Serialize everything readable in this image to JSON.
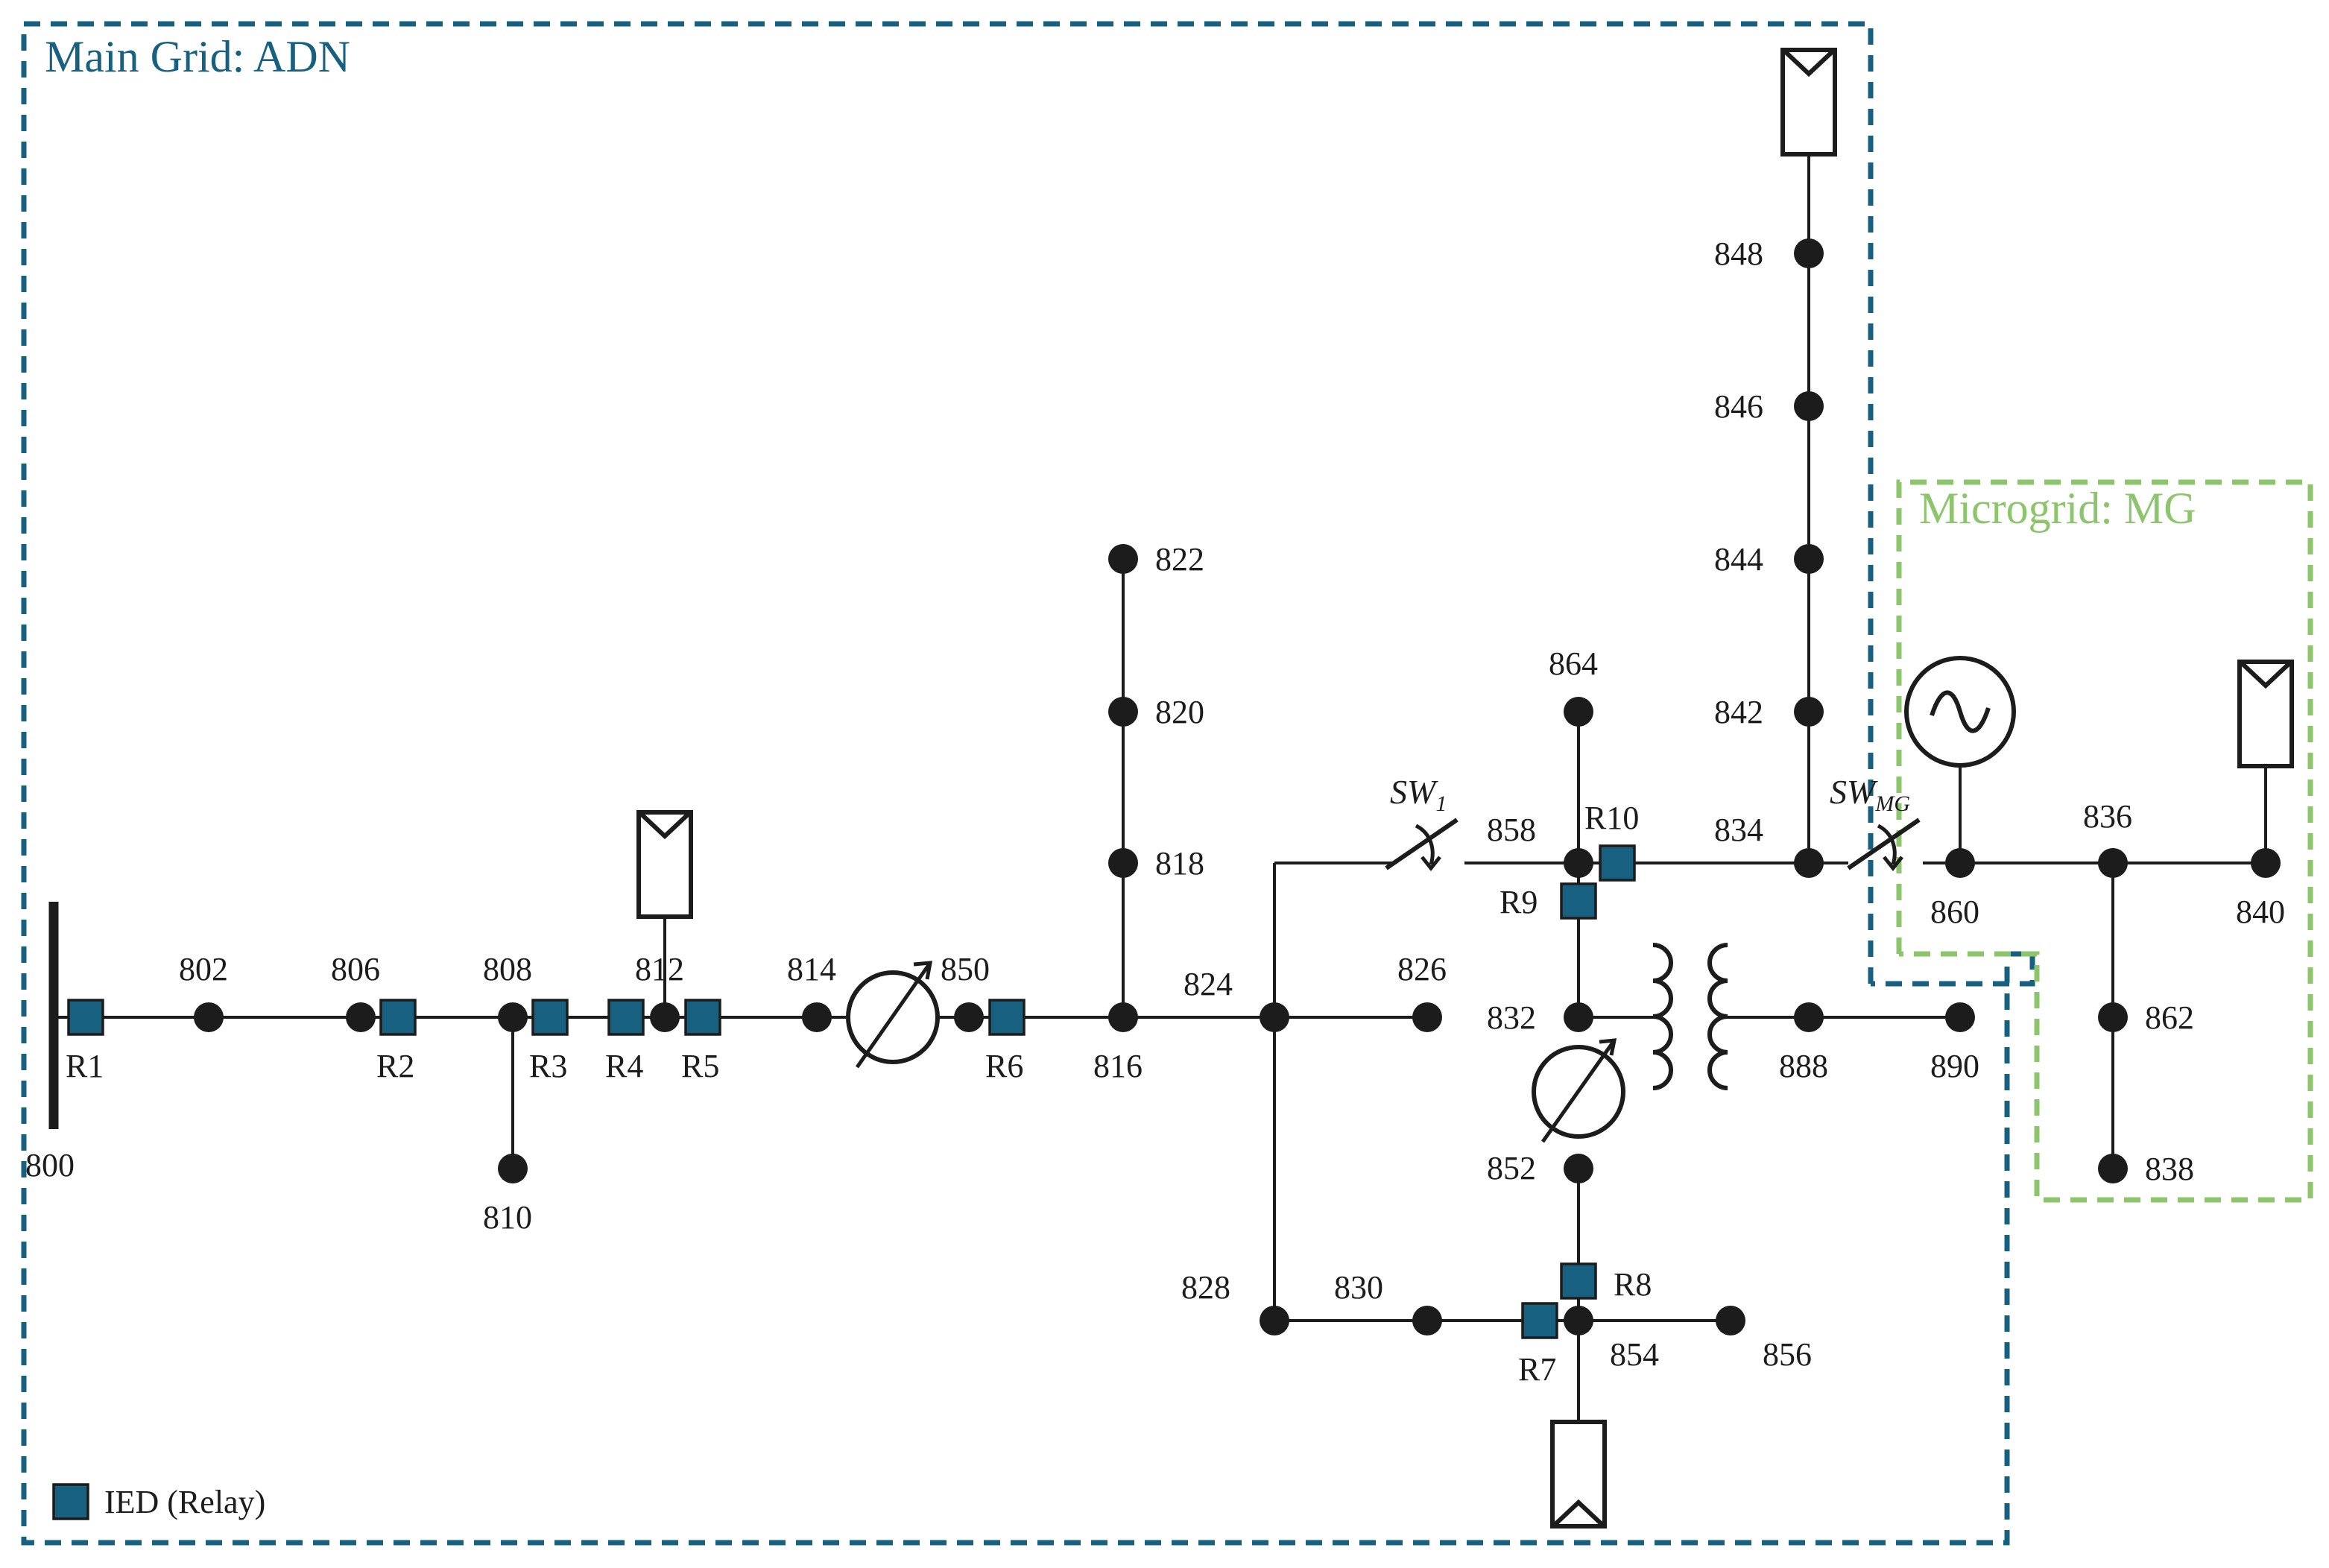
{
  "regions": {
    "main_grid_title": "Main Grid: ADN",
    "microgrid_title": "Microgrid: MG"
  },
  "colors": {
    "main_grid_border": "#17607f",
    "microgrid_border": "#8cc56b",
    "relay_fill": "#17607f",
    "line": "#1c1c1c"
  },
  "legend": {
    "relay_label": "IED (Relay)"
  },
  "buses": {
    "b800": "800",
    "b802": "802",
    "b806": "806",
    "b808": "808",
    "b810": "810",
    "b812": "812",
    "b814": "814",
    "b850": "850",
    "b816": "816",
    "b818": "818",
    "b820": "820",
    "b822": "822",
    "b824": "824",
    "b826": "826",
    "b828": "828",
    "b830": "830",
    "b854": "854",
    "b856": "856",
    "b852": "852",
    "b832": "832",
    "b888": "888",
    "b890": "890",
    "b858": "858",
    "b864": "864",
    "b834": "834",
    "b842": "842",
    "b844": "844",
    "b846": "846",
    "b848": "848",
    "b860": "860",
    "b836": "836",
    "b840": "840",
    "b862": "862",
    "b838": "838"
  },
  "relays": {
    "r1": "R1",
    "r2": "R2",
    "r3": "R3",
    "r4": "R4",
    "r5": "R5",
    "r6": "R6",
    "r7": "R7",
    "r8": "R8",
    "r9": "R9",
    "r10": "R10"
  },
  "switches": {
    "sw1_main": "SW",
    "sw1_sub": "1",
    "swmg_main": "SW",
    "swmg_sub": "MG"
  },
  "icons": {
    "pv": "pv-panel-icon",
    "generator": "ac-generator-icon",
    "regulator": "voltage-regulator-icon",
    "transformer": "transformer-icon",
    "switch": "switch-icon",
    "relay": "relay-icon",
    "source_bus": "substation-bus-bar-icon"
  }
}
